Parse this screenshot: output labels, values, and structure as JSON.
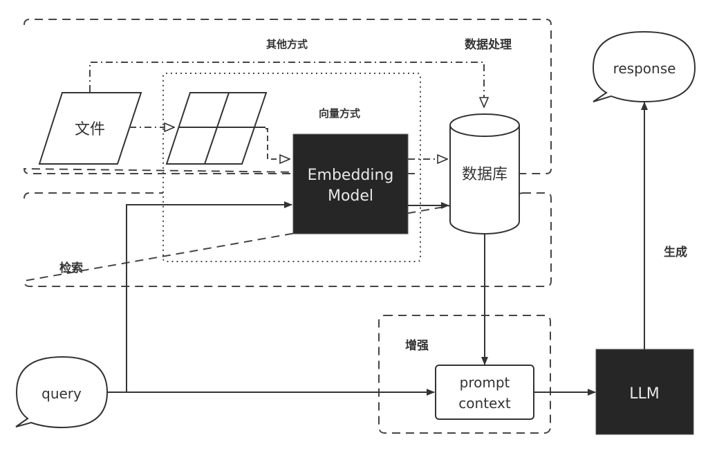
{
  "diagram": {
    "title": "RAG pipeline",
    "colors": {
      "stroke": "#333333",
      "dark_fill": "#262626",
      "dark_text": "#e8e8e8",
      "background": "#ffffff"
    },
    "groups": {
      "data_processing": "数据处理",
      "retrieval": "检索",
      "augmentation": "增强",
      "vector_method": "向量方式",
      "other_method": "其他方式",
      "generation": "生成"
    },
    "nodes": {
      "file": "文件",
      "embedding_model_line1": "Embedding",
      "embedding_model_line2": "Model",
      "database": "数据库",
      "query": "query",
      "prompt_line1": "prompt",
      "prompt_line2": "context",
      "llm": "LLM",
      "response": "response"
    }
  }
}
